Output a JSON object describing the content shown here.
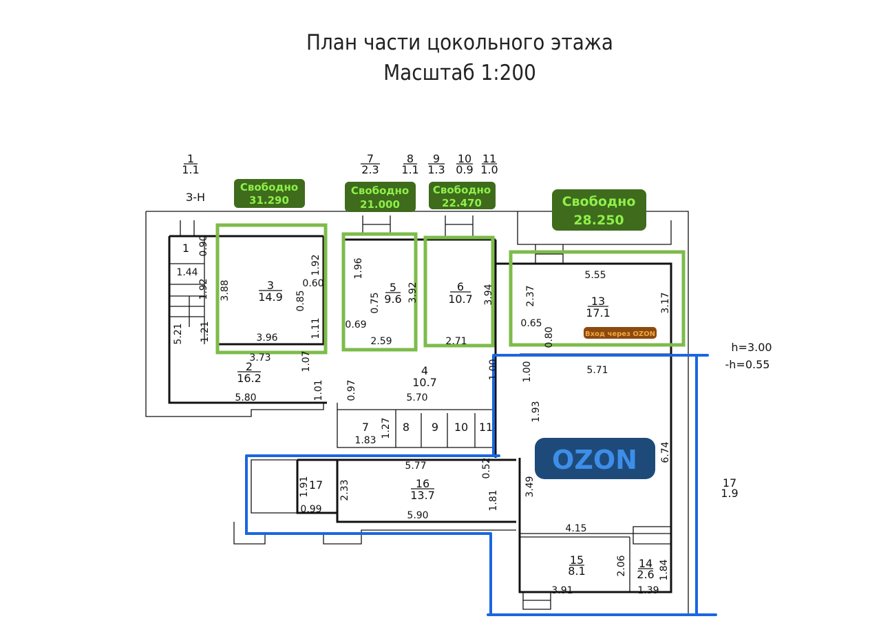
{
  "title": {
    "line1": "План части цокольного этажа",
    "line2": "Масштаб 1:200"
  },
  "free_labels": [
    {
      "status": "Свободно",
      "area": "31.290"
    },
    {
      "status": "Свободно",
      "area": "21.000"
    },
    {
      "status": "Свободно",
      "area": "22.470"
    },
    {
      "status": "Свободно",
      "area": "28.250"
    }
  ],
  "tenant": {
    "name": "OZON",
    "entrance": "Вход через OZON"
  },
  "colors": {
    "free_fill": "#3f6b1c",
    "free_text": "#8ef04a",
    "free_outline": "#7dbb4a",
    "tenant_outline": "#1a66e0",
    "tenant_fill": "#1e4a7a",
    "tenant_text": "#3d8ee8",
    "entrance_fill": "#8b4a0f",
    "entrance_text": "#f6a640"
  },
  "heights": {
    "h": "h=3.00",
    "minus_h": "-h=0.55"
  },
  "stair_mark": "З-Н",
  "rooms": {
    "r1_top": {
      "num": "1",
      "area": "1.1"
    },
    "r7_top": {
      "num": "7",
      "area": "2.3"
    },
    "r8_top": {
      "num": "8",
      "area": "1.1"
    },
    "r9_top": {
      "num": "9",
      "area": "1.3"
    },
    "r10_top": {
      "num": "10",
      "area": "0.9"
    },
    "r11_top": {
      "num": "11",
      "area": "1.0"
    },
    "r3": {
      "num": "3",
      "area": "14.9"
    },
    "r5": {
      "num": "5",
      "area": "9.6"
    },
    "r6": {
      "num": "6",
      "area": "10.7"
    },
    "r13": {
      "num": "13",
      "area": "17.1"
    },
    "r2": {
      "num": "2",
      "area": "16.2"
    },
    "r4": {
      "num": "4",
      "area": "10.7"
    },
    "r16": {
      "num": "16",
      "area": "13.7"
    },
    "r15": {
      "num": "15",
      "area": "8.1"
    },
    "r14": {
      "num": "14",
      "area": "2.6"
    },
    "r17_right": {
      "num": "17",
      "area": "1.9"
    },
    "r7": {
      "num": "7",
      "area": "1.83"
    },
    "r8": "8",
    "r9": "9",
    "r10": "10",
    "r11": "11",
    "r17": "17",
    "r1": "1"
  },
  "dims_h": [
    "1.44",
    "3.96",
    "3.73",
    "2.59",
    "2.71",
    "5.80",
    "5.70",
    "5.55",
    "5.71",
    "5.77",
    "5.90",
    "0.99",
    "0.65",
    "0.60",
    "0.69",
    "4.15",
    "3.91",
    "1.39"
  ],
  "dims_v": [
    "0.90",
    "1.92",
    "1.21",
    "5.21",
    "3.88",
    "1.92",
    "0.85",
    "1.11",
    "1.07",
    "1.01",
    "0.97",
    "1.96",
    "0.75",
    "3.92",
    "3.94",
    "2.37",
    "0.80",
    "3.17",
    "1.00",
    "1.00",
    "1.93",
    "6.74",
    "3.49",
    "1.81",
    "0.52",
    "2.33",
    "1.91",
    "1.27",
    "2.06",
    "1.84"
  ]
}
